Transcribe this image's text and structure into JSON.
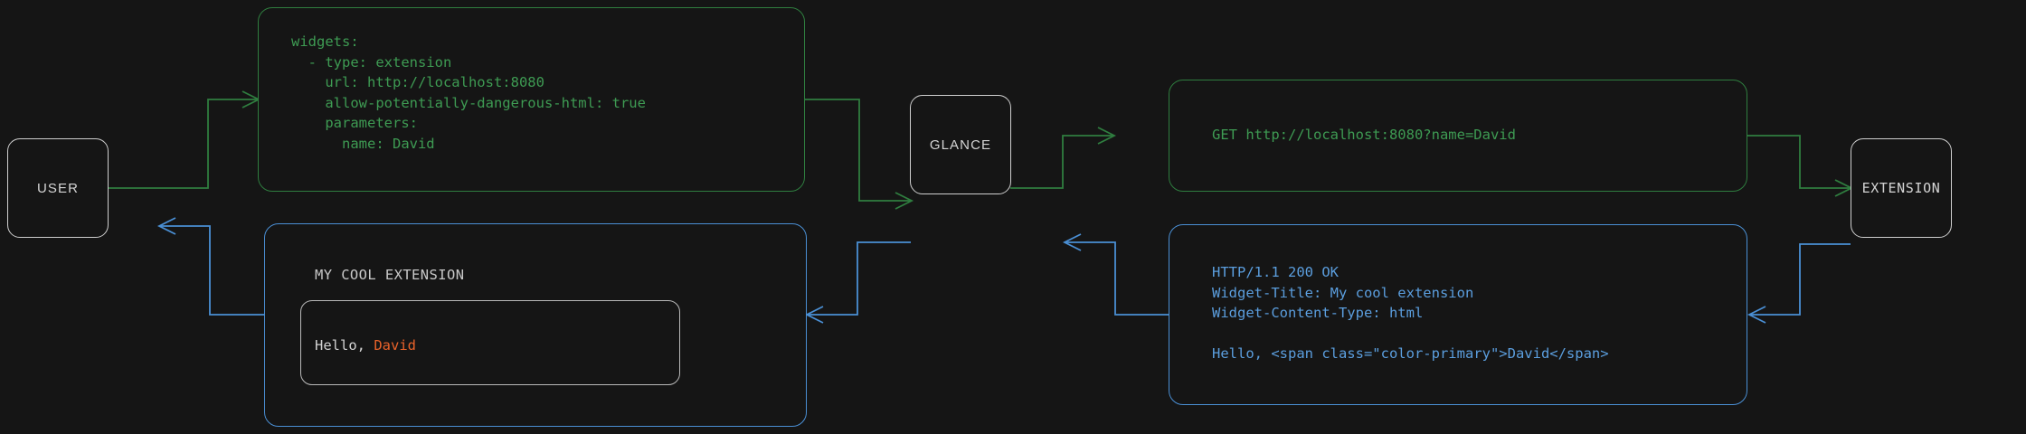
{
  "theme": {
    "background": "#151515",
    "node_border": "#cfcfcf",
    "node_text": "#d4d4d4",
    "request_color": "#2f7d3f",
    "request_text": "#3e9b53",
    "response_color": "#4a8fd4",
    "response_text": "#5b9ede",
    "accent": "#e8622a",
    "card_border": "#b9b9b9",
    "card_text": "#d3d3d3"
  },
  "nodes": {
    "user": {
      "label": "USER"
    },
    "glance": {
      "label": "GLANCE"
    },
    "extension": {
      "label": "EXTENSION"
    }
  },
  "messages": {
    "config": {
      "kind": "request",
      "text": "widgets:\n  - type: extension\n    url: http://localhost:8080\n    allow-potentially-dangerous-html: true\n    parameters:\n      name: David"
    },
    "http_request": {
      "kind": "request",
      "text": "GET http://localhost:8080?name=David"
    },
    "http_response": {
      "kind": "response",
      "text": "HTTP/1.1 200 OK\nWidget-Title: My cool extension\nWidget-Content-Type: html\n\nHello, <span class=\"color-primary\">David</span>"
    }
  },
  "widget_preview": {
    "kind": "response",
    "title": "MY COOL EXTENSION",
    "body_prefix": "Hello, ",
    "body_accent": "David"
  },
  "edges": [
    {
      "name": "user-to-config",
      "kind": "request",
      "from": "user",
      "to": "config"
    },
    {
      "name": "config-to-glance",
      "kind": "request",
      "from": "config",
      "to": "glance"
    },
    {
      "name": "glance-to-request",
      "kind": "request",
      "from": "glance",
      "to": "http_request"
    },
    {
      "name": "request-to-extension",
      "kind": "request",
      "from": "http_request",
      "to": "extension"
    },
    {
      "name": "extension-to-response",
      "kind": "response",
      "from": "extension",
      "to": "http_response"
    },
    {
      "name": "response-to-glance",
      "kind": "response",
      "from": "http_response",
      "to": "glance"
    },
    {
      "name": "glance-to-preview",
      "kind": "response",
      "from": "glance",
      "to": "widget_preview"
    },
    {
      "name": "preview-to-user",
      "kind": "response",
      "from": "widget_preview",
      "to": "user"
    }
  ]
}
